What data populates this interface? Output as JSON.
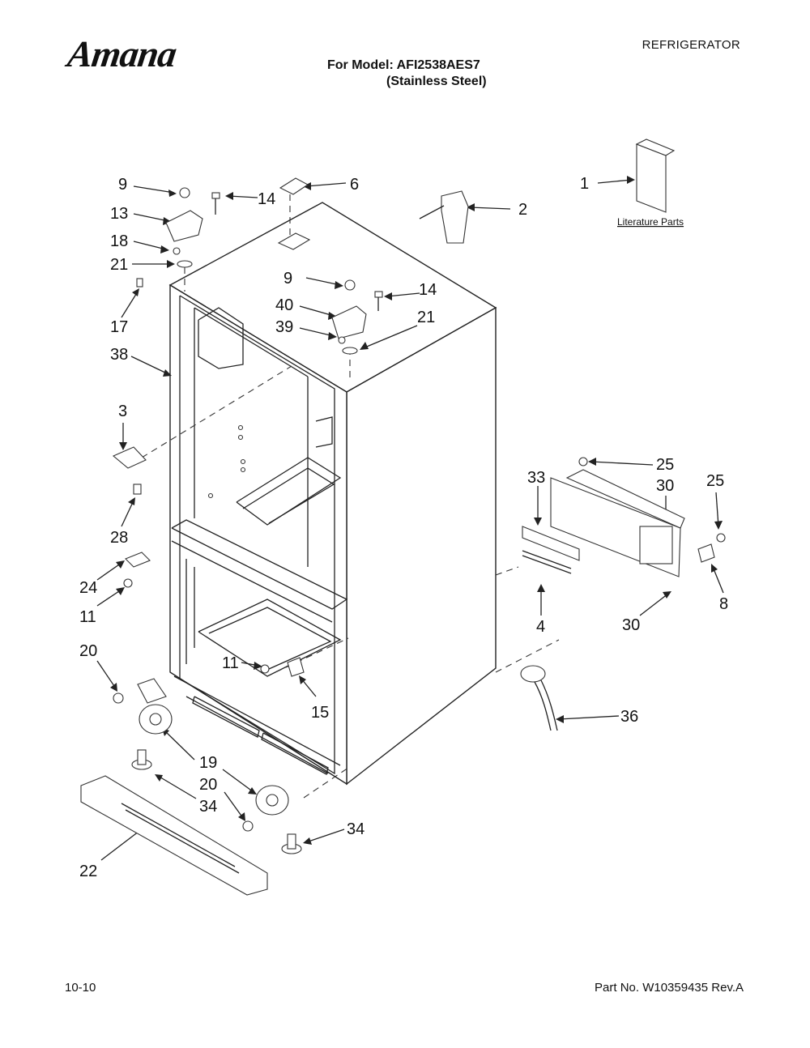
{
  "header": {
    "brand": "Amana",
    "category": "REFRIGERATOR",
    "model_line": "For Model: AFI2538AES7",
    "finish_line": "(Stainless Steel)"
  },
  "footer": {
    "date_code": "10-10",
    "part_number": "Part No. W10359435 Rev.A"
  },
  "diagram": {
    "literature_label": "Literature Parts",
    "callouts": [
      "9",
      "14",
      "6",
      "13",
      "18",
      "21",
      "17",
      "38",
      "9",
      "14",
      "40",
      "39",
      "21",
      "3",
      "28",
      "24",
      "11",
      "20",
      "11",
      "15",
      "19",
      "20",
      "34",
      "22",
      "34",
      "1",
      "2",
      "33",
      "25",
      "30",
      "25",
      "8",
      "4",
      "30",
      "36"
    ]
  }
}
